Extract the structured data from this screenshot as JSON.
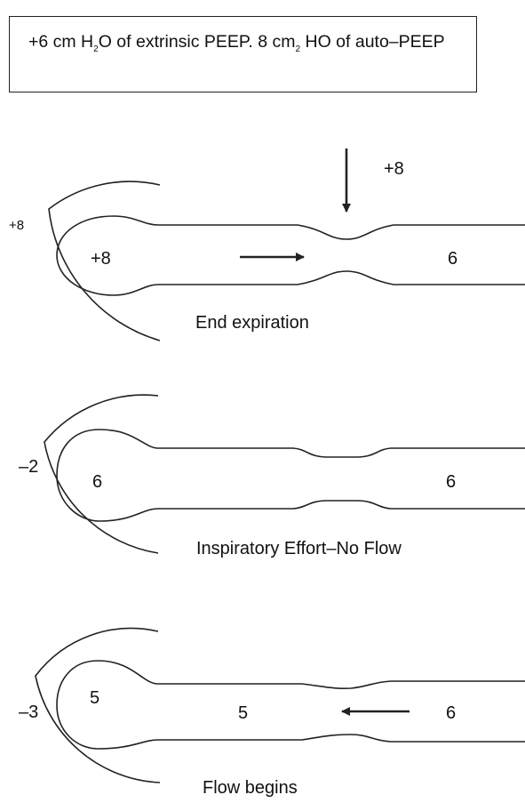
{
  "caption": {
    "part1": "+6 cm H",
    "sub1": "2",
    "part2": "O of extrinsic PEEP. 8 cm",
    "sub2": "2",
    "part3": " HO of auto–PEEP"
  },
  "panels": [
    {
      "name": "end-expiration",
      "pleural_pressure": "+8",
      "alveolar_pressure": "+8",
      "airway_pressure": "6",
      "external_pressure": "+8",
      "title": "End expiration"
    },
    {
      "name": "inspiratory-effort",
      "pleural_pressure": "–2",
      "alveolar_pressure": "6",
      "airway_pressure": "6",
      "title": "Inspiratory Effort–No Flow"
    },
    {
      "name": "flow-begins",
      "pleural_pressure": "–3",
      "alveolar_pressure": "5",
      "airway_mid_pressure": "5",
      "airway_pressure": "6",
      "title": "Flow begins"
    }
  ],
  "colors": {
    "stroke": "#222222",
    "text": "#111111"
  }
}
